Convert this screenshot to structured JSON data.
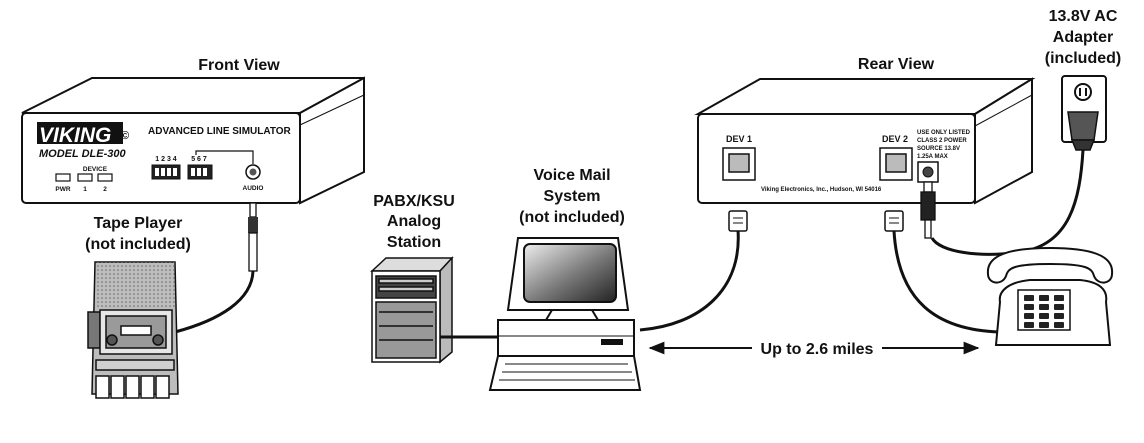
{
  "labels": {
    "front_view": "Front View",
    "rear_view": "Rear View",
    "adapter_line1": "13.8V AC",
    "adapter_line2": "Adapter",
    "adapter_line3": "(included)",
    "tape_line1": "Tape Player",
    "tape_line2": "(not included)",
    "pabx_line1": "PABX/KSU",
    "pabx_line2": "Analog",
    "pabx_line3": "Station",
    "vm_line1": "Voice Mail",
    "vm_line2": "System",
    "vm_line3": "(not included)",
    "distance": "Up to 2.6 miles"
  },
  "front_panel": {
    "brand": "VIKING",
    "model": "MODEL DLE-300",
    "title": "ADVANCED LINE SIMULATOR",
    "pwr": "PWR",
    "device": "DEVICE",
    "dev1": "1",
    "dev2": "2",
    "dip1": "1 2 3 4",
    "dip2": "5 6 7",
    "audio": "AUDIO"
  },
  "rear_panel": {
    "dev1": "DEV 1",
    "dev2": "DEV 2",
    "power_line1": "USE ONLY LISTED",
    "power_line2": "CLASS 2 POWER",
    "power_line3": "SOURCE 13.8V",
    "power_line4": "1.25A MAX",
    "maker": "Viking Electronics, Inc., Hudson, WI 54016"
  },
  "colors": {
    "ink": "#111111",
    "paper": "#ffffff",
    "shade": "#d8d8d8"
  }
}
